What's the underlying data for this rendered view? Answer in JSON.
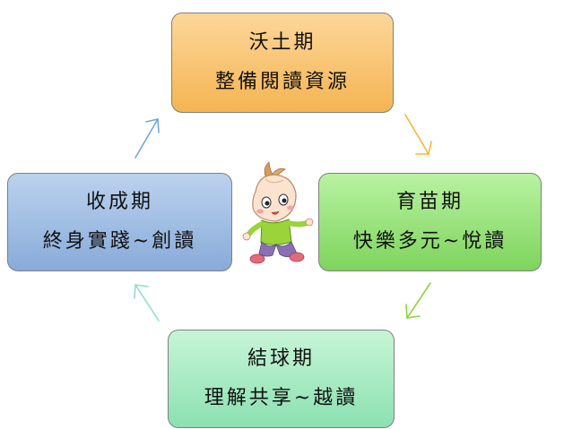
{
  "cycle": {
    "top": {
      "title": "沃土期",
      "subtitle": "整備閱讀資源"
    },
    "right": {
      "title": "育苗期",
      "subtitle": "快樂多元~悅讀"
    },
    "bottom": {
      "title": "結球期",
      "subtitle": "理解共享~越讀"
    },
    "left": {
      "title": "收成期",
      "subtitle": "終身實踐~創讀"
    }
  },
  "colors": {
    "top_box": "#f5b453",
    "right_box": "#7ed45d",
    "bottom_box": "#8be0b1",
    "left_box": "#88abd9",
    "arrow_top_right": "#f5b830",
    "arrow_right_bottom": "#8cd63a",
    "arrow_bottom_left": "#8fe0c4",
    "arrow_left_top": "#6fa8dc"
  },
  "mascot": {
    "icon": "onion-baby-mascot"
  }
}
